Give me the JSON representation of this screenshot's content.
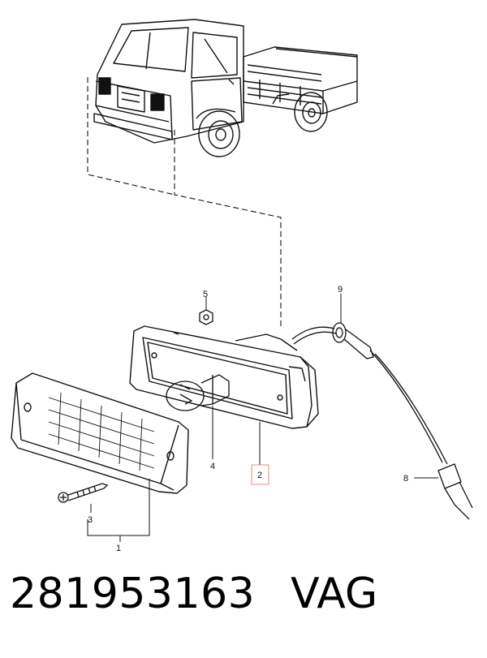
{
  "callouts": {
    "c1": "1",
    "c2": "2",
    "c3": "3",
    "c4": "4",
    "c5": "5",
    "c8": "8",
    "c9": "9"
  },
  "footer": {
    "part_number": "281953163",
    "brand": "VAG"
  },
  "colors": {
    "ink": "#111111",
    "highlight_box": "#e58a8a"
  }
}
